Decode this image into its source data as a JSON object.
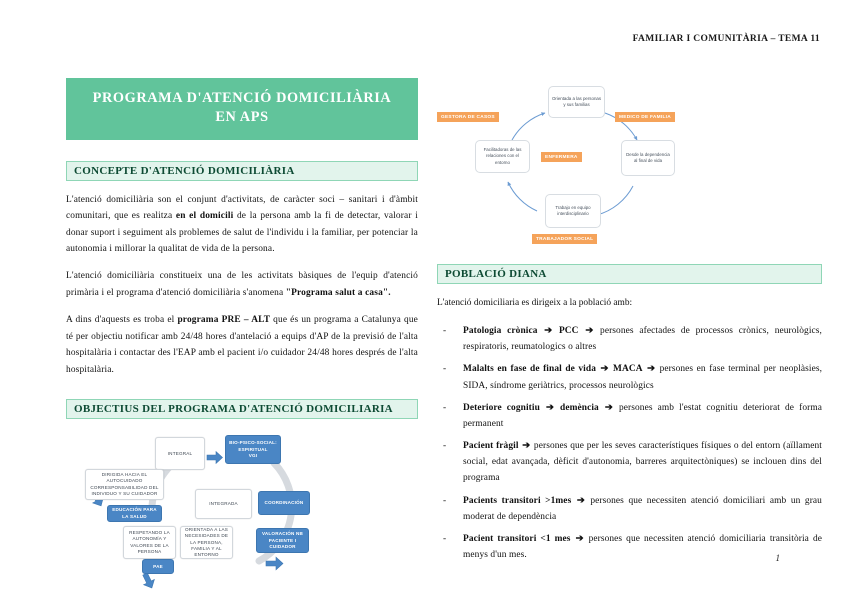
{
  "document": {
    "running_header": "FAMILIAR I COMUNITÀRIA – TEMA 11",
    "page_number": "1",
    "accent_green": "#61c49b",
    "band_green_fill": "#e2f4ec",
    "band_green_border": "#8fd6b6",
    "diagram_blue": "#4a86c5",
    "diagram_orange": "#f5a35a"
  },
  "title": {
    "line1": "PROGRAMA D'ATENCIÓ DOMICILIÀRIA",
    "line2": "EN APS"
  },
  "sections": {
    "concepte": {
      "heading": "CONCEPTE D'ATENCIÓ DOMICILIÀRIA",
      "p1_a": "L'atenció domiciliària son el conjunt d'activitats, de caràcter soci – sanitari i d'àmbit comunitari, que es realitza ",
      "p1_b": "en el domicili",
      "p1_c": " de la persona amb la fi de detectar, valorar i donar suport i seguiment als problemes de salut de l'individu i la familiar, per potenciar la autonomia i millorar la qualitat de vida de la persona.",
      "p2_a": "L'atenció domiciliària constitueix una de les activitats bàsiques de l'equip d'atenció primària i el programa d'atenció domiciliària s'anomena ",
      "p2_b": "\"Programa salut a casa\".",
      "p3_a": "A dins d'aquests es troba el ",
      "p3_b": "programa PRE – ALT",
      "p3_c": " que és un programa a Catalunya que té per objectiu notificar amb 24/48 hores d'antelació a equips d'AP de la previsió de l'alta hospitalària i contactar des l'EAP amb el pacient i/o cuidador 24/48 hores després de l'alta hospitalària."
    },
    "objectius": {
      "heading": "OBJECTIUS DEL PROGRAMA D'ATENCIÓ DOMICILIARIA"
    },
    "poblacio": {
      "heading": "POBLACIÓ DIANA",
      "lead": "L'atenció domiciliaria es dirigeix a la població amb:",
      "items": [
        {
          "term": "Patologia crònica",
          "arrow1": "➔",
          "mid": "PCC",
          "arrow2": "➔",
          "desc": "persones afectades de processos crònics, neurològics, respiratoris, reumatologics o altres"
        },
        {
          "term": "Malalts en fase de final de vida",
          "arrow1": "➔",
          "mid": "MACA",
          "arrow2": "➔",
          "desc": "persones en fase terminal per neoplàsies, SIDA, síndrome geriàtrics, processos neurològics"
        },
        {
          "term": "Deteriore cognitiu",
          "arrow1": "➔",
          "mid": "demència",
          "arrow2": "➔",
          "desc": "persones amb l'estat cognitiu deteriorat de forma permanent"
        },
        {
          "term": "Pacient fràgil",
          "arrow1": "➔",
          "mid": "",
          "arrow2": "",
          "desc": "persones que per les seves característiques físiques o del entorn (aïllament social, edat avançada, dèficit d'autonomia, barreres arquitectòniques) se inclouen dins del programa"
        },
        {
          "term": "Pacients transitori >1mes",
          "arrow1": "➔",
          "mid": "",
          "arrow2": "",
          "desc": "persones que necessiten atenció domiciliari amb un grau moderat de dependència"
        },
        {
          "term": "Pacient transitori <1 mes",
          "arrow1": "➔",
          "mid": "",
          "arrow2": "",
          "desc": "persones que necessiten atenció domiciliaria transitòria de menys d'un mes."
        }
      ]
    }
  },
  "flow_diagram": {
    "nodes": [
      {
        "id": "integral",
        "label": "INTEGRAL",
        "style": "white"
      },
      {
        "id": "bio",
        "label": "BIO-PSICO-SOCIAL: ESPIRITUAL\nVGI",
        "style": "blue"
      },
      {
        "id": "dirigida",
        "label": "DIRIGIDA HACIA EL AUTOCUIDADO CORRESPONSABILIDAD DEL INDIVIDUO Y SU CUIDADOR",
        "style": "white"
      },
      {
        "id": "educacion",
        "label": "EDUCACIÓN PARA LA SALUD",
        "style": "blue"
      },
      {
        "id": "integrada",
        "label": "INTEGRADA",
        "style": "white"
      },
      {
        "id": "coordinacion",
        "label": "COORDINACIÓN",
        "style": "blue"
      },
      {
        "id": "respetando",
        "label": "RESPETANDO LA AUTONOMÍA Y VALORES DE LA PERSONA",
        "style": "white"
      },
      {
        "id": "pae",
        "label": "PAE",
        "style": "blue"
      },
      {
        "id": "orientada",
        "label": "ORIENTADA A LAS NECESIDADES DE LA PERSONA, FAMILIA Y AL ENTORNO",
        "style": "white"
      },
      {
        "id": "valoracion",
        "label": "VALORACIÓN NB PACIENTE I CUIDADOR",
        "style": "blue"
      }
    ]
  },
  "circle_diagram": {
    "nodes": [
      {
        "id": "orientada",
        "label": "Orientada a las personas y sus familias"
      },
      {
        "id": "desde",
        "label": "Desde la dependencia al final de vida"
      },
      {
        "id": "trabajo",
        "label": "Trabajo en equipo interdisciplinario"
      },
      {
        "id": "facilitadoras",
        "label": "Facilitadoras de las relaciones con el entorno"
      }
    ],
    "tags": [
      {
        "id": "gestora",
        "label": "GESTORA DE CASOS"
      },
      {
        "id": "medico",
        "label": "MEDICO DE FAMILIA"
      },
      {
        "id": "enfermera",
        "label": "ENFERMERA"
      },
      {
        "id": "trabajador",
        "label": "TRABAJADOR SOCIAL"
      }
    ]
  }
}
